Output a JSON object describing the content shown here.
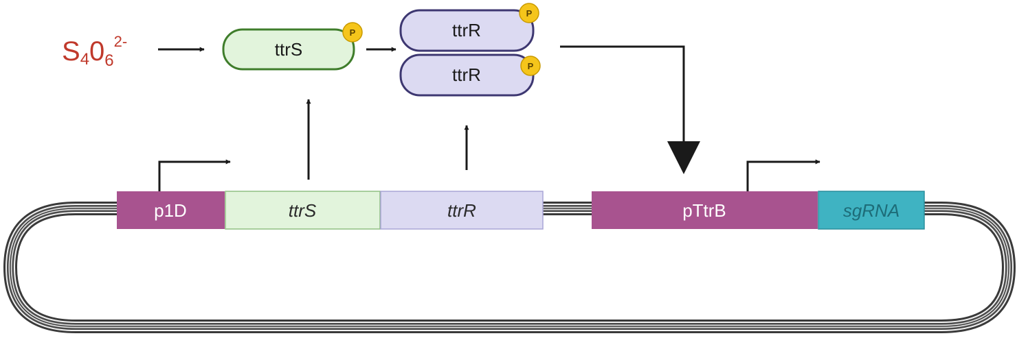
{
  "colors": {
    "promoter": "#a8538f",
    "ttrs_fill": "#e2f4dc",
    "ttrs_stroke": "#3f7d2b",
    "ttrr_fill": "#dcdaf2",
    "ttrr_stroke": "#3d3771",
    "sgrna_fill": "#3fb3c2",
    "sgrna_text": "#1d6c78",
    "phospho": "#f5c51b",
    "ion": "#c0392b",
    "plasmid": "#3a3a3a"
  },
  "ligand": {
    "S": "S",
    "sub4": "4",
    "O": "0",
    "sub6": "6",
    "charge": "2-"
  },
  "proteins": {
    "ttrs_label": "ttrS",
    "ttrr_top_label": "ttrR",
    "ttrr_bottom_label": "ttrR",
    "phospho_label": "P"
  },
  "plasmid": {
    "p1d_label": "p1D",
    "ttrs_gene_label": "ttrS",
    "ttrr_gene_label": "ttrR",
    "pttrb_label": "pTtrB",
    "sgrna_label": "sgRNA"
  }
}
